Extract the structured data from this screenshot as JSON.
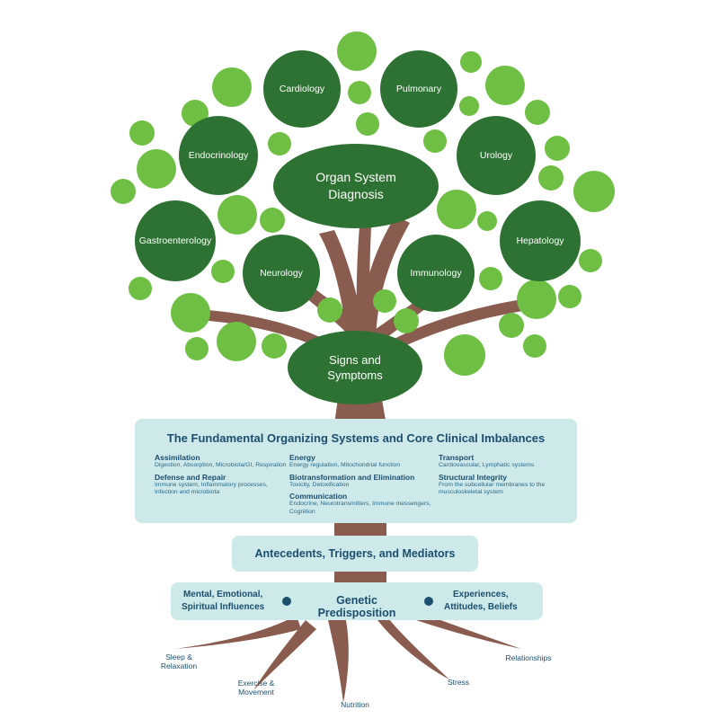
{
  "colors": {
    "leaf_light": "#6fbf44",
    "node_dark": "#2e7233",
    "trunk": "#8a5c4f",
    "panel_bg": "#cde9e9",
    "text_blue": "#1b4f6d"
  },
  "tree": {
    "central": {
      "line1": "Organ System",
      "line2": "Diagnosis"
    },
    "signs": {
      "line1": "Signs and",
      "line2": "Symptoms"
    },
    "organs": {
      "cardiology": "Cardiology",
      "pulmonary": "Pulmonary",
      "endocrinology": "Endocrinology",
      "urology": "Urology",
      "gastroenterology": "Gastroenterology",
      "hepatology": "Hepatology",
      "neurology": "Neurology",
      "immunology": "Immunology"
    }
  },
  "systems": {
    "title": "The Fundamental Organizing Systems and Core Clinical Imbalances",
    "col1": [
      {
        "heading": "Assimilation",
        "detail": "Digestion, Absorption, Microbiota/GI, Respiration"
      },
      {
        "heading": "Defense and Repair",
        "detail": "Immune system, Inflammatory processes, Infection and microbiota"
      }
    ],
    "col2": [
      {
        "heading": "Energy",
        "detail": "Energy regulation, Mitochondrial function"
      },
      {
        "heading": "Biotransformation and Elimination",
        "detail": "Toxicity, Detoxification"
      },
      {
        "heading": "Communication",
        "detail": "Endocrine, Neurotransmitters, Immune messengers, Cognition"
      }
    ],
    "col3": [
      {
        "heading": "Transport",
        "detail": "Cardiovascular, Lymphatic systems"
      },
      {
        "heading": "Structural Integrity",
        "detail": "From the subcellular membranes to the musculoskeletal system"
      }
    ]
  },
  "antecedents": {
    "label": "Antecedents, Triggers, and Mediators"
  },
  "genetics": {
    "left_line1": "Mental, Emotional,",
    "left_line2": "Spiritual Influences",
    "center": "Genetic Predisposition",
    "right_line1": "Experiences,",
    "right_line2": "Attitudes, Beliefs"
  },
  "roots": {
    "sleep_line1": "Sleep &",
    "sleep_line2": "Relaxation",
    "exercise_line1": "Exercise &",
    "exercise_line2": "Movement",
    "nutrition": "Nutrition",
    "stress": "Stress",
    "relationships": "Relationships"
  }
}
